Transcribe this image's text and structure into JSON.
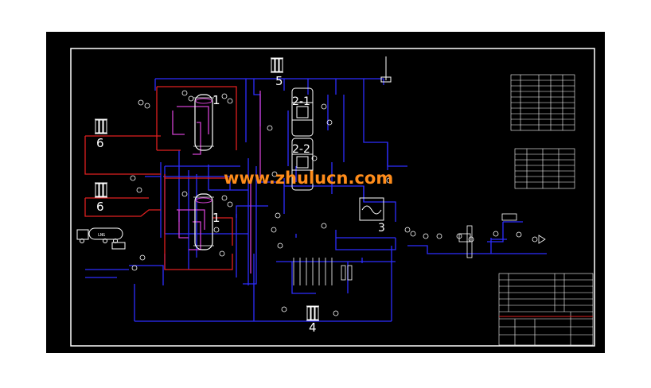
{
  "drawing": {
    "equipment_labels": {
      "tank_1_top": "1",
      "tank_1_bottom": "1",
      "vaporizer_5": "5",
      "heater_2_1": "2-1",
      "heater_2_2": "2-2",
      "heat_exchanger_3": "3",
      "vaporizer_4": "4",
      "vaporizer_6_top": "6",
      "vaporizer_6_bottom": "6"
    },
    "watermark": "www.zhulucn.com",
    "truck_label": "LNG",
    "colors": {
      "background": "#000000",
      "pipe_blue": "#2d2dff",
      "pipe_red": "#e02020",
      "pipe_magenta": "#d040d0",
      "line_white": "#ffffff",
      "watermark": "#ff8c1a"
    }
  }
}
